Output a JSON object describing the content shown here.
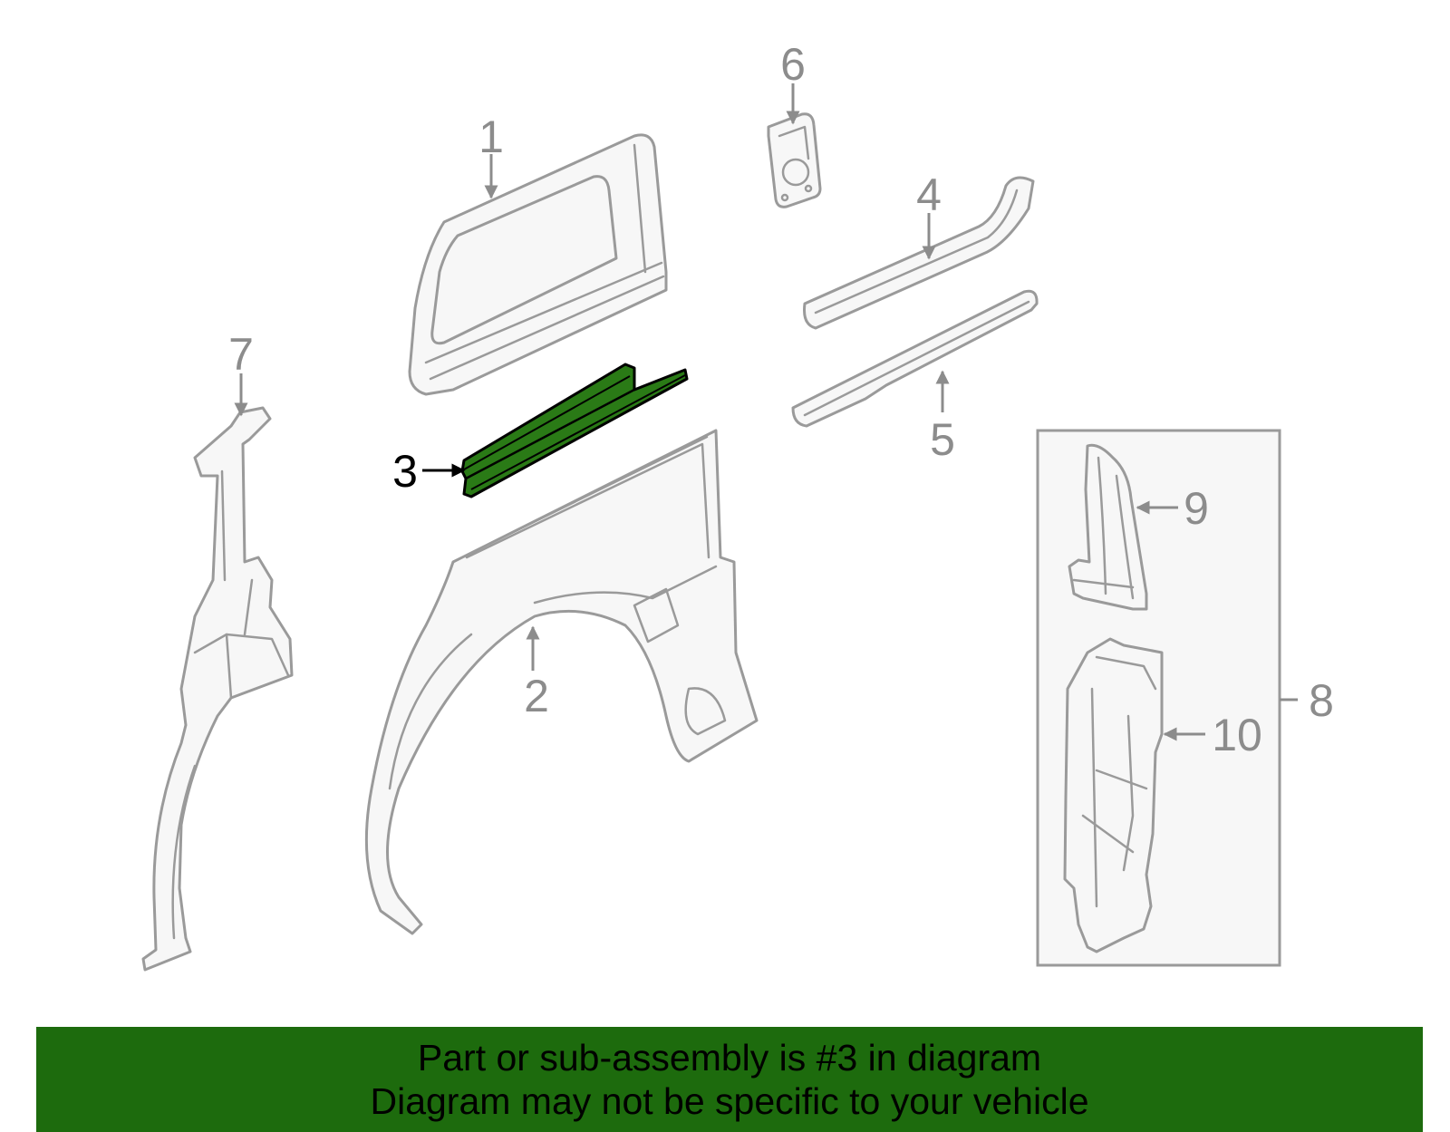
{
  "callouts": [
    {
      "id": "1",
      "label": "1"
    },
    {
      "id": "2",
      "label": "2"
    },
    {
      "id": "3",
      "label": "3"
    },
    {
      "id": "4",
      "label": "4"
    },
    {
      "id": "5",
      "label": "5"
    },
    {
      "id": "6",
      "label": "6"
    },
    {
      "id": "7",
      "label": "7"
    },
    {
      "id": "8",
      "label": "8"
    },
    {
      "id": "9",
      "label": "9"
    },
    {
      "id": "10",
      "label": "10"
    }
  ],
  "highlighted_part": "3",
  "colors": {
    "highlight_fill": "#2a7a16",
    "highlight_callout": "#000000",
    "part_stroke": "#9a9a9a",
    "callout_text": "#8c8c8c",
    "banner_bg": "#1d6b0d",
    "banner_text": "#000000"
  },
  "banner": {
    "line1": "Part or sub-assembly is #3 in diagram",
    "line2": "Diagram may not be specific to your vehicle"
  }
}
